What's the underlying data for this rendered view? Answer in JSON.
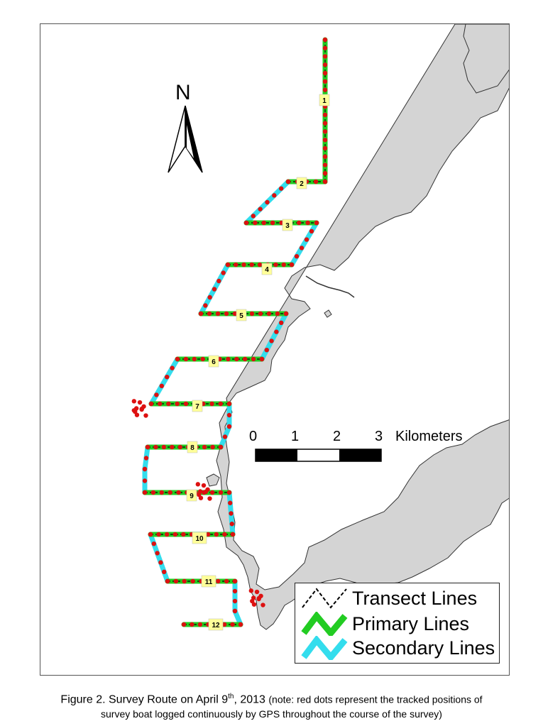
{
  "map": {
    "north_label": "N",
    "land_color": "#d4d4d4",
    "coast_color": "#333333",
    "transect_color": "#000000",
    "primary_color": "#22cc22",
    "secondary_color": "#33dded",
    "gps_color": "#dd1111",
    "label_fill": "#ffff99",
    "transect_labels": [
      "1",
      "2",
      "3",
      "4",
      "5",
      "6",
      "7",
      "8",
      "9",
      "10",
      "11",
      "12"
    ]
  },
  "scale_bar": {
    "ticks": [
      "0",
      "1",
      "2",
      "3"
    ],
    "unit": "Kilometers"
  },
  "legend": {
    "items": [
      {
        "label": "Transect Lines",
        "icon": "dashed-zigzag-icon"
      },
      {
        "label": "Primary Lines",
        "icon": "green-zigzag-icon"
      },
      {
        "label": "Secondary Lines",
        "icon": "cyan-zigzag-icon"
      }
    ]
  },
  "caption": {
    "lead": "Figure 2.  Survey Route on April 9",
    "sup": "th",
    "date_tail": ", 2013 ",
    "note_line1": "(note: red dots represent the tracked positions of",
    "note_line2": "survey boat logged continuously by GPS throughout the course of the survey)"
  }
}
